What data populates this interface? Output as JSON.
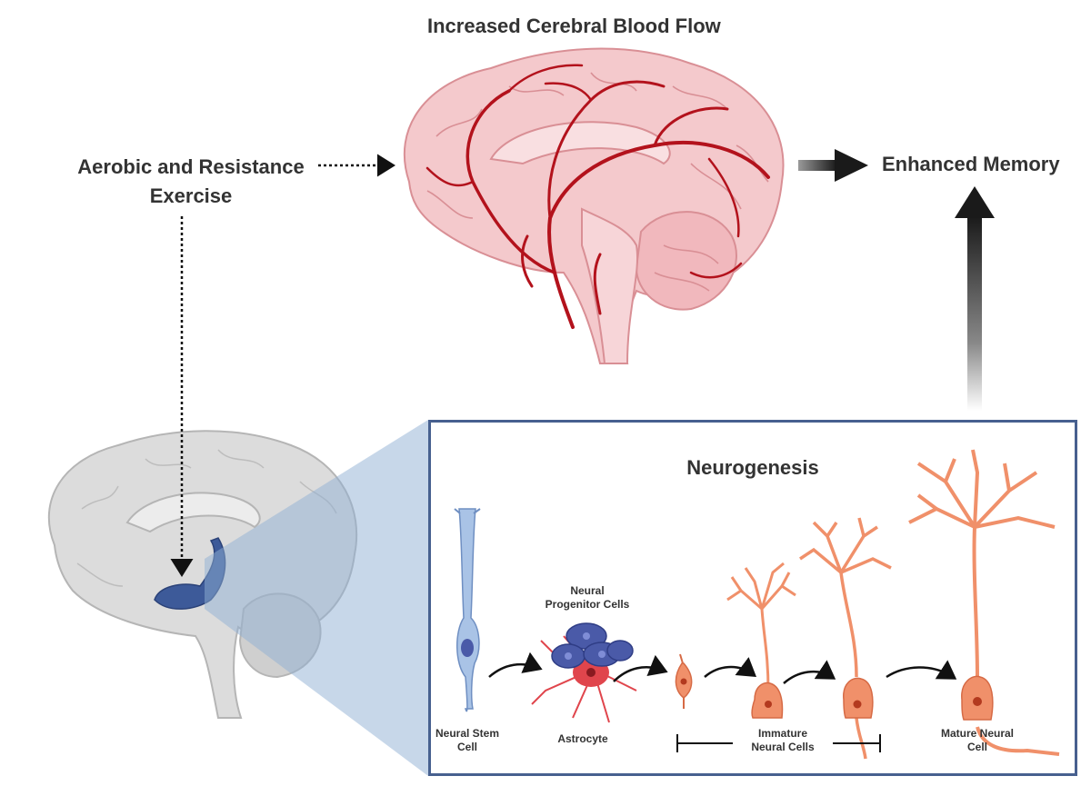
{
  "labels": {
    "blood_flow": "Increased Cerebral Blood Flow",
    "exercise_line1": "Aerobic and Resistance",
    "exercise_line2": "Exercise",
    "memory": "Enhanced Memory",
    "neurogenesis": "Neurogenesis"
  },
  "cells": {
    "stem_line1": "Neural Stem",
    "stem_line2": "Cell",
    "progenitor_line1": "Neural",
    "progenitor_line2": "Progenitor Cells",
    "astrocyte": "Astrocyte",
    "immature_line1": "Immature",
    "immature_line2": "Neural Cells",
    "mature_line1": "Mature Neural",
    "mature_line2": "Cell"
  },
  "colors": {
    "brain_pink": "#f4c9cc",
    "vessel_red": "#b3121c",
    "brain_grey": "#d9d9d9",
    "hippocampus_blue": "#3d5a99",
    "box_border": "#47608f",
    "stem_blue": "#a9c3e6",
    "progenitor_blue": "#4a5aa8",
    "astrocyte_red": "#e0454c",
    "neuron_orange": "#f0906a"
  }
}
